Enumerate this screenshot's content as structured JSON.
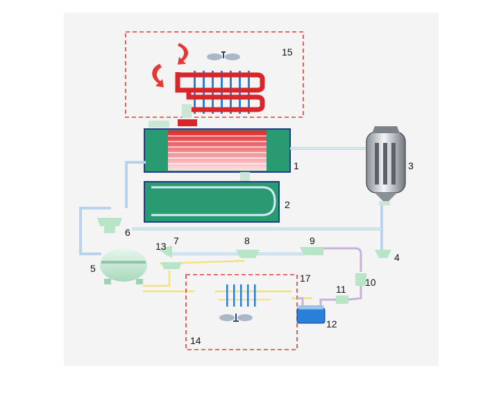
{
  "diagram": {
    "labels": {
      "l1": "1",
      "l2": "2",
      "l3": "3",
      "l4": "4",
      "l5": "5",
      "l6": "6",
      "l7": "7",
      "l8": "8",
      "l9": "9",
      "l10": "10",
      "l11": "11",
      "l12": "12",
      "l13": "13",
      "l14": "14",
      "l15": "15",
      "l17": "17"
    },
    "colors": {
      "canvas": "#f4f4f4",
      "pipe_blue": "#b9d3ea",
      "pipe_yellow": "#f2e27a",
      "pipe_purple": "#c9b2d8",
      "component_green": "#b8e5c6",
      "exchanger_green": "#2a9a73",
      "exchanger_border": "#1f3a8a",
      "hot_red": "#d8262b",
      "fin_blue": "#2a7fd8",
      "dash_red": "#e53935"
    },
    "icons": [
      "hot-air-arrow-icon",
      "fan-icon",
      "fan-icon",
      "separator-tank-icon",
      "compressor-icon",
      "dryer-icon"
    ]
  }
}
